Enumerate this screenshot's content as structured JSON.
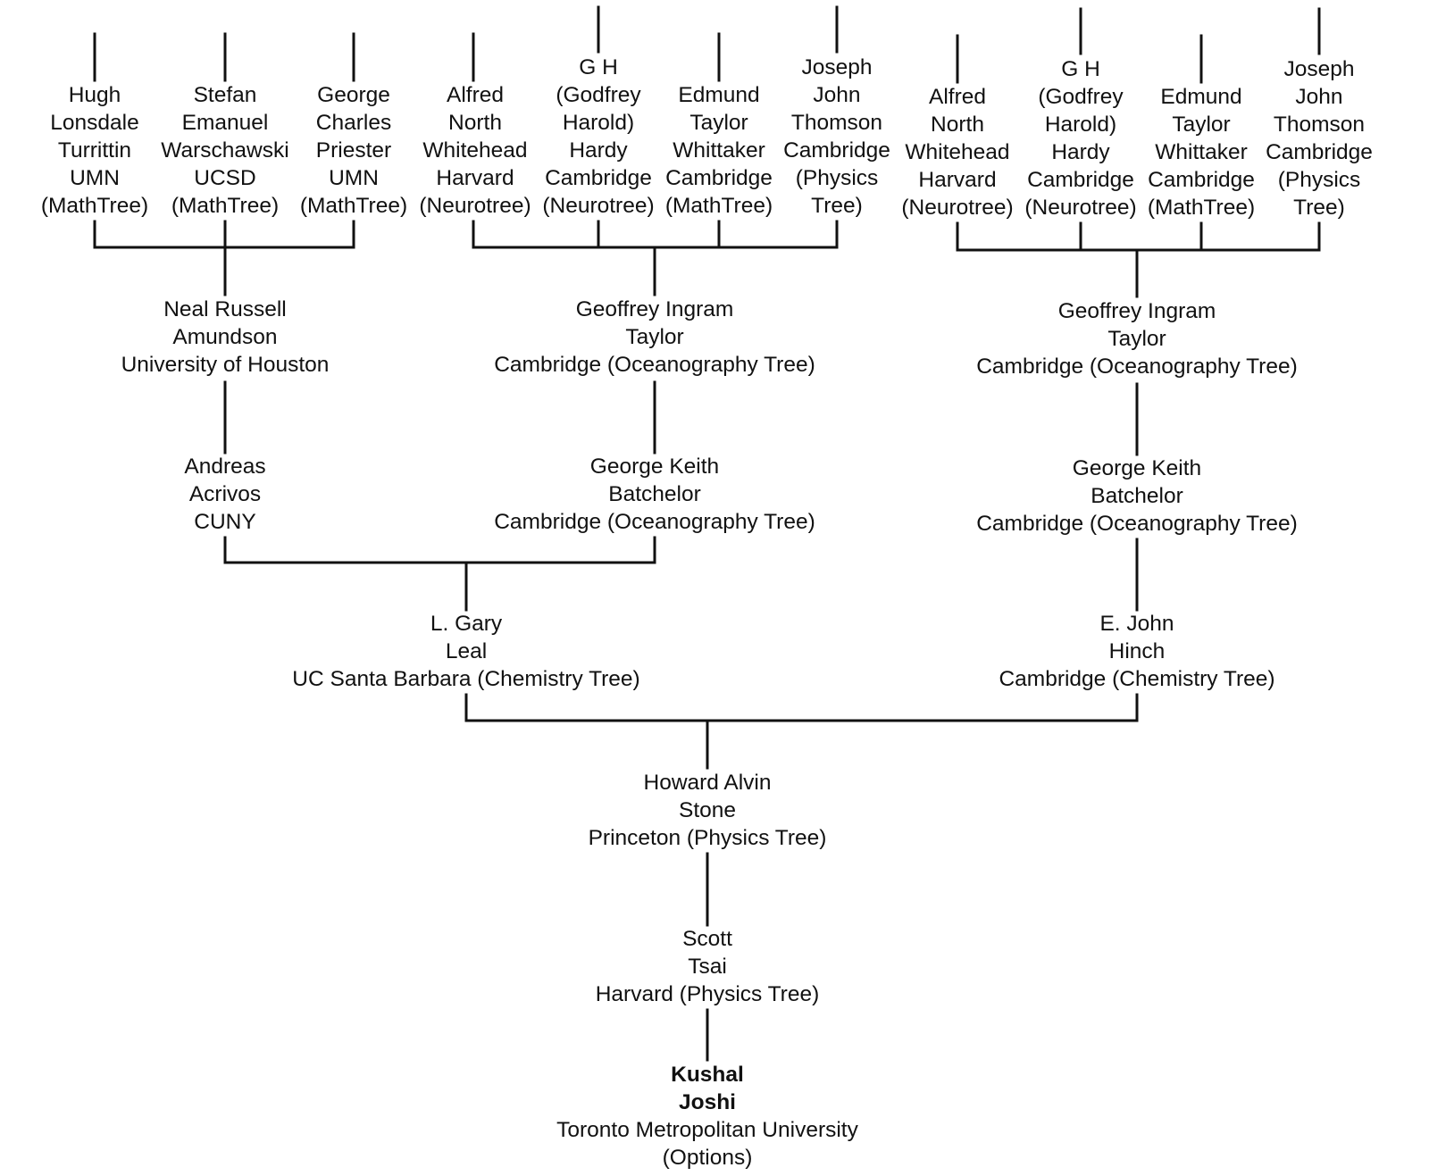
{
  "nodes": {
    "hugh": {
      "lines": [
        "Hugh",
        "Lonsdale",
        "Turrittin",
        "UMN",
        "(MathTree)"
      ]
    },
    "stefan": {
      "lines": [
        "Stefan",
        "Emanuel",
        "Warschawski",
        "UCSD",
        "(MathTree)"
      ]
    },
    "george_p": {
      "lines": [
        "George",
        "Charles",
        "Priester",
        "UMN",
        "(MathTree)"
      ]
    },
    "alfred_1": {
      "lines": [
        "Alfred",
        "North",
        "Whitehead",
        "Harvard",
        "(Neurotree)"
      ]
    },
    "gh_1": {
      "lines": [
        "G H",
        "(Godfrey",
        "Harold)",
        "Hardy",
        "Cambridge",
        "(Neurotree)"
      ]
    },
    "edmund_1": {
      "lines": [
        "Edmund",
        "Taylor",
        "Whittaker",
        "Cambridge",
        "(MathTree)"
      ]
    },
    "joseph_1": {
      "lines": [
        "Joseph",
        "John",
        "Thomson",
        "Cambridge",
        "(Physics",
        "Tree)"
      ]
    },
    "alfred_2": {
      "lines": [
        "Alfred",
        "North",
        "Whitehead",
        "Harvard",
        "(Neurotree)"
      ]
    },
    "gh_2": {
      "lines": [
        "G H",
        "(Godfrey",
        "Harold)",
        "Hardy",
        "Cambridge",
        "(Neurotree)"
      ]
    },
    "edmund_2": {
      "lines": [
        "Edmund",
        "Taylor",
        "Whittaker",
        "Cambridge",
        "(MathTree)"
      ]
    },
    "joseph_2": {
      "lines": [
        "Joseph",
        "John",
        "Thomson",
        "Cambridge",
        "(Physics",
        "Tree)"
      ]
    },
    "neal": {
      "lines": [
        "Neal Russell",
        "Amundson",
        "University of Houston"
      ]
    },
    "gi_taylor_1": {
      "lines": [
        "Geoffrey Ingram",
        "Taylor",
        "Cambridge (Oceanography Tree)"
      ]
    },
    "gi_taylor_2": {
      "lines": [
        "Geoffrey Ingram",
        "Taylor",
        "Cambridge (Oceanography Tree)"
      ]
    },
    "acrivos": {
      "lines": [
        "Andreas",
        "Acrivos",
        "CUNY"
      ]
    },
    "batchelor_1": {
      "lines": [
        "George Keith",
        "Batchelor",
        "Cambridge (Oceanography Tree)"
      ]
    },
    "batchelor_2": {
      "lines": [
        "George Keith",
        "Batchelor",
        "Cambridge (Oceanography Tree)"
      ]
    },
    "leal": {
      "lines": [
        "L. Gary",
        "Leal",
        "UC Santa Barbara (Chemistry Tree)"
      ]
    },
    "hinch": {
      "lines": [
        "E. John",
        "Hinch",
        "Cambridge (Chemistry Tree)"
      ]
    },
    "stone": {
      "lines": [
        "Howard Alvin",
        "Stone",
        "Princeton (Physics Tree)"
      ]
    },
    "tsai": {
      "lines": [
        "Scott",
        "Tsai",
        "Harvard (Physics Tree)"
      ]
    },
    "joshi": {
      "lines": [
        "Kushal",
        "Joshi",
        "Toronto Metropolitan University",
        "(Options)"
      ],
      "bold_lines": 2
    }
  }
}
